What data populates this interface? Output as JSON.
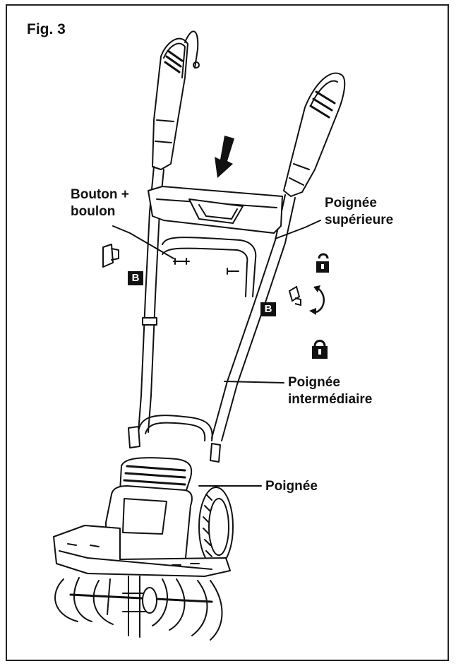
{
  "figure": {
    "title": "Fig. 3"
  },
  "labels": {
    "bolt_line1": "Bouton +",
    "bolt_line2": "boulon",
    "upper_line1": "Poignée",
    "upper_line2": "supérieure",
    "middle_line1": "Poignée",
    "middle_line2": "intermédiaire",
    "lower": "Poignée"
  },
  "badges": {
    "left": "B",
    "right": "B"
  },
  "icons": [
    "unlocked-padlock-icon",
    "rotate-arrows-icon",
    "locked-padlock-icon",
    "down-arrow-icon"
  ],
  "colors": {
    "line": "#111111",
    "background": "#ffffff",
    "badge": "#111111"
  }
}
